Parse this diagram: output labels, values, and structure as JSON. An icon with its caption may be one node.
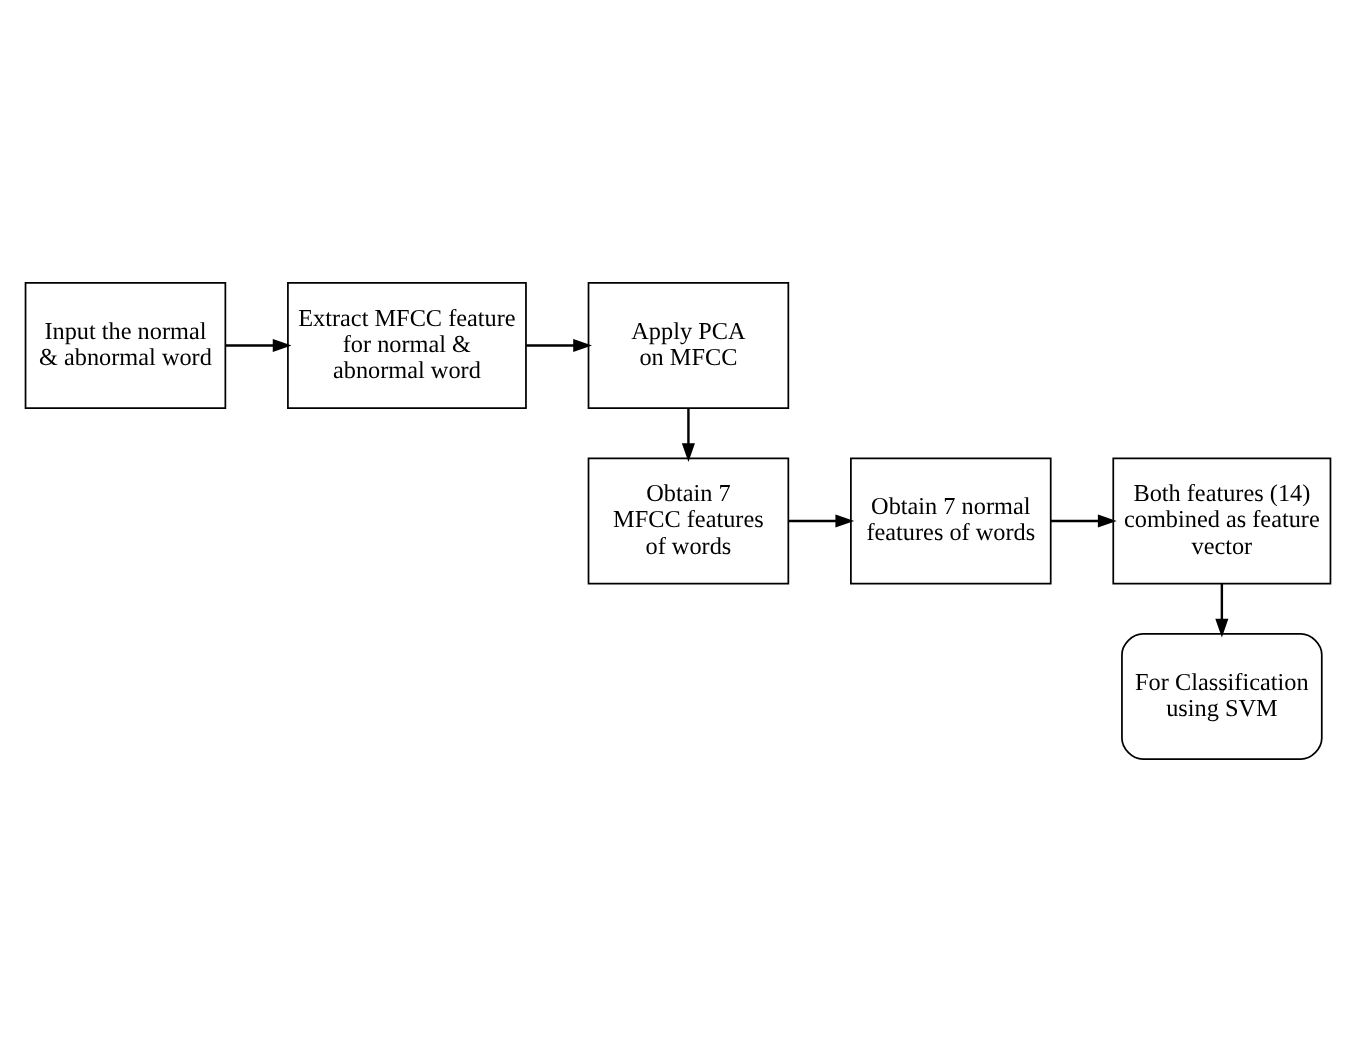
{
  "diagram": {
    "nodes": [
      {
        "text": [
          "Input the normal & abnormal word"
        ]
      },
      {
        "text": [
          "Extract MFCC feature for normal & abnormal word"
        ]
      },
      {
        "text": [
          "Apply PCA on MFCC"
        ]
      },
      {
        "text": [
          "Obtain 7 MFCC features of words"
        ]
      },
      {
        "text": [
          "Obtain 7 normal features of words"
        ]
      },
      {
        "text": [
          "Both features (14) combined as feature vector"
        ]
      },
      {
        "text": [
          "For Classification using SVM"
        ]
      }
    ],
    "edges": [
      {
        "from": 0,
        "to": 1,
        "arrow": "to"
      },
      {
        "from": 1,
        "to": 2,
        "arrow": "to"
      },
      {
        "from": 2,
        "to": 3,
        "arrow": "to"
      },
      {
        "from": 3,
        "to": 4,
        "arrow": "to"
      },
      {
        "from": 4,
        "to": 5,
        "arrow": "to"
      },
      {
        "from": 5,
        "to": 6,
        "arrow": "to"
      }
    ]
  }
}
